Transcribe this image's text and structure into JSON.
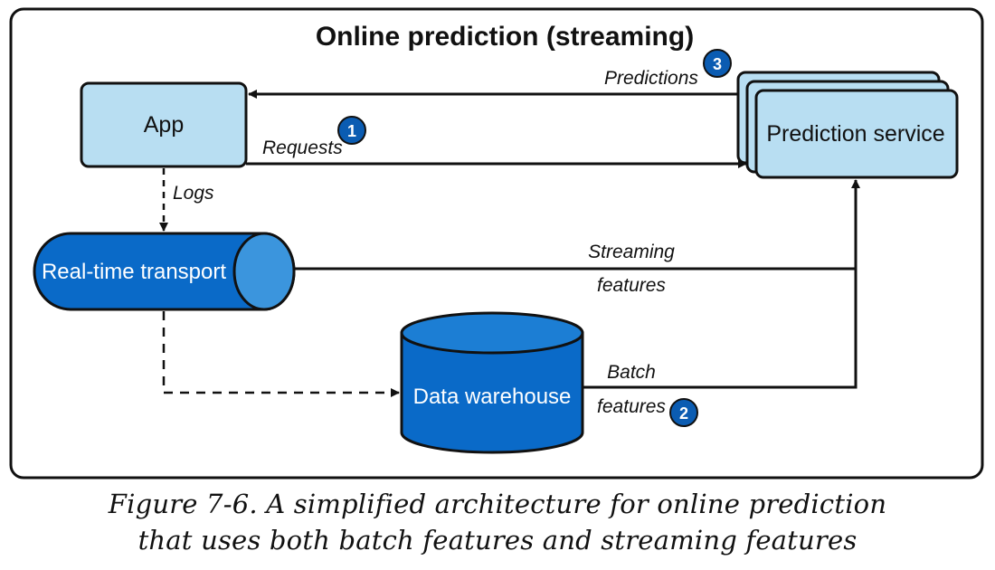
{
  "diagram": {
    "title": "Online prediction (streaming)",
    "nodes": {
      "app": "App",
      "prediction_service": "Prediction service",
      "real_time_transport": "Real-time transport",
      "data_warehouse": "Data warehouse"
    },
    "edges": {
      "requests": "Requests",
      "predictions": "Predictions",
      "logs": "Logs",
      "streaming_features_line1": "Streaming",
      "streaming_features_line2": "features",
      "batch_features_line1": "Batch",
      "batch_features_line2": "features"
    },
    "steps": {
      "requests_step": "1",
      "batch_step": "2",
      "predictions_step": "3"
    }
  },
  "caption": {
    "line1": "Figure 7-6. A simplified architecture for online prediction",
    "line2": "that uses both batch features and streaming features"
  },
  "colors": {
    "light_box_fill": "#b8def2",
    "dark_blue_fill": "#0a6ac8",
    "badge_fill": "#0b5cb2",
    "stroke": "#111111"
  }
}
